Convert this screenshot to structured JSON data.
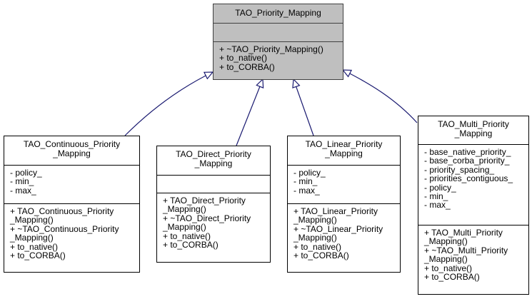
{
  "diagram": {
    "type": "uml-class-inheritance",
    "base_class": {
      "title_lines": [
        "TAO_Priority_Mapping"
      ],
      "attributes": [],
      "methods": [
        "+ ~TAO_Priority_Mapping()",
        "+ to_native()",
        "+ to_CORBA()"
      ]
    },
    "derived_classes": [
      {
        "id": "continuous",
        "title_lines": [
          "TAO_Continuous_Priority",
          "_Mapping"
        ],
        "attributes": [
          "- policy_",
          "- min_",
          "- max_"
        ],
        "methods": [
          "+ TAO_Continuous_Priority",
          "_Mapping()",
          "+ ~TAO_Continuous_Priority",
          "_Mapping()",
          "+ to_native()",
          "+ to_CORBA()"
        ]
      },
      {
        "id": "direct",
        "title_lines": [
          "TAO_Direct_Priority",
          "_Mapping"
        ],
        "attributes": [],
        "methods": [
          "+ TAO_Direct_Priority",
          "_Mapping()",
          "+ ~TAO_Direct_Priority",
          "_Mapping()",
          "+ to_native()",
          "+ to_CORBA()"
        ]
      },
      {
        "id": "linear",
        "title_lines": [
          "TAO_Linear_Priority",
          "_Mapping"
        ],
        "attributes": [
          "- policy_",
          "- min_",
          "- max_"
        ],
        "methods": [
          "+ TAO_Linear_Priority",
          "_Mapping()",
          "+ ~TAO_Linear_Priority",
          "_Mapping()",
          "+ to_native()",
          "+ to_CORBA()"
        ]
      },
      {
        "id": "multi",
        "title_lines": [
          "TAO_Multi_Priority",
          "_Mapping"
        ],
        "attributes": [
          "- base_native_priority_",
          "- base_corba_priority_",
          "- priority_spacing_",
          "- priorities_contiguous_",
          "- policy_",
          "- min_",
          "- max_"
        ],
        "methods": [
          "+ TAO_Multi_Priority",
          "_Mapping()",
          "+ ~TAO_Multi_Priority",
          "_Mapping()",
          "+ to_native()",
          "+ to_CORBA()"
        ]
      }
    ],
    "edges": [
      {
        "from": "continuous",
        "to": "base",
        "kind": "inheritance"
      },
      {
        "from": "direct",
        "to": "base",
        "kind": "inheritance"
      },
      {
        "from": "linear",
        "to": "base",
        "kind": "inheritance"
      },
      {
        "from": "multi",
        "to": "base",
        "kind": "inheritance"
      }
    ],
    "colors": {
      "edge": "#191970",
      "base_fill": "#bfbfbf",
      "derived_fill": "#ffffff",
      "border": "#000000"
    }
  }
}
